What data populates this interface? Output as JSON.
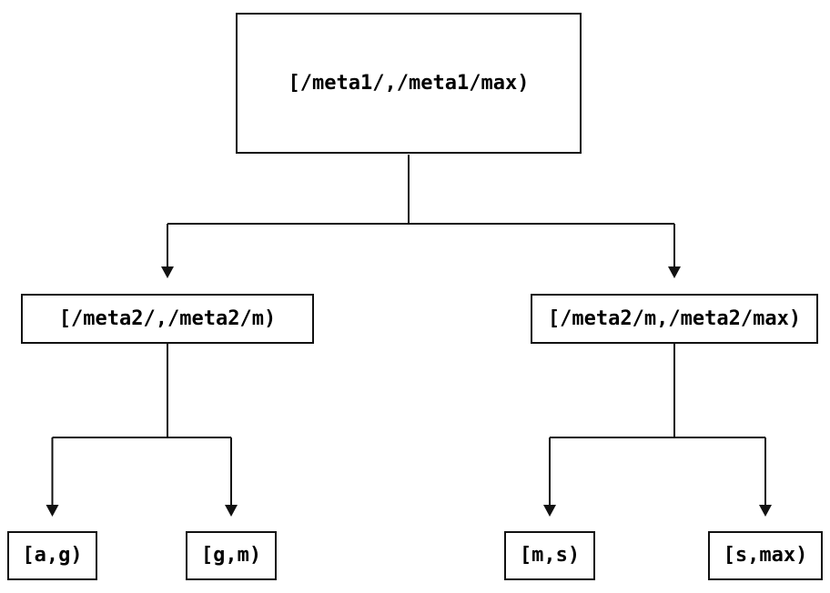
{
  "diagram": {
    "type": "tree",
    "background_color": "#ffffff",
    "line_color": "#111111",
    "box_border_color": "#111111",
    "text_color": "#000000",
    "root": {
      "label": "[/meta1/,/meta1/max)"
    },
    "level2": [
      {
        "label": "[/meta2/,/meta2/m)"
      },
      {
        "label": "[/meta2/m,/meta2/max)"
      }
    ],
    "leaves": [
      {
        "label": "[a,g)"
      },
      {
        "label": "[g,m)"
      },
      {
        "label": "[m,s)"
      },
      {
        "label": "[s,max)"
      }
    ],
    "edges": [
      {
        "from": "[/meta1/,/meta1/max)",
        "to": "[/meta2/,/meta2/m)"
      },
      {
        "from": "[/meta1/,/meta1/max)",
        "to": "[/meta2/m,/meta2/max)"
      },
      {
        "from": "[/meta2/,/meta2/m)",
        "to": "[a,g)"
      },
      {
        "from": "[/meta2/,/meta2/m)",
        "to": "[g,m)"
      },
      {
        "from": "[/meta2/m,/meta2/max)",
        "to": "[m,s)"
      },
      {
        "from": "[/meta2/m,/meta2/max)",
        "to": "[s,max)"
      }
    ]
  }
}
